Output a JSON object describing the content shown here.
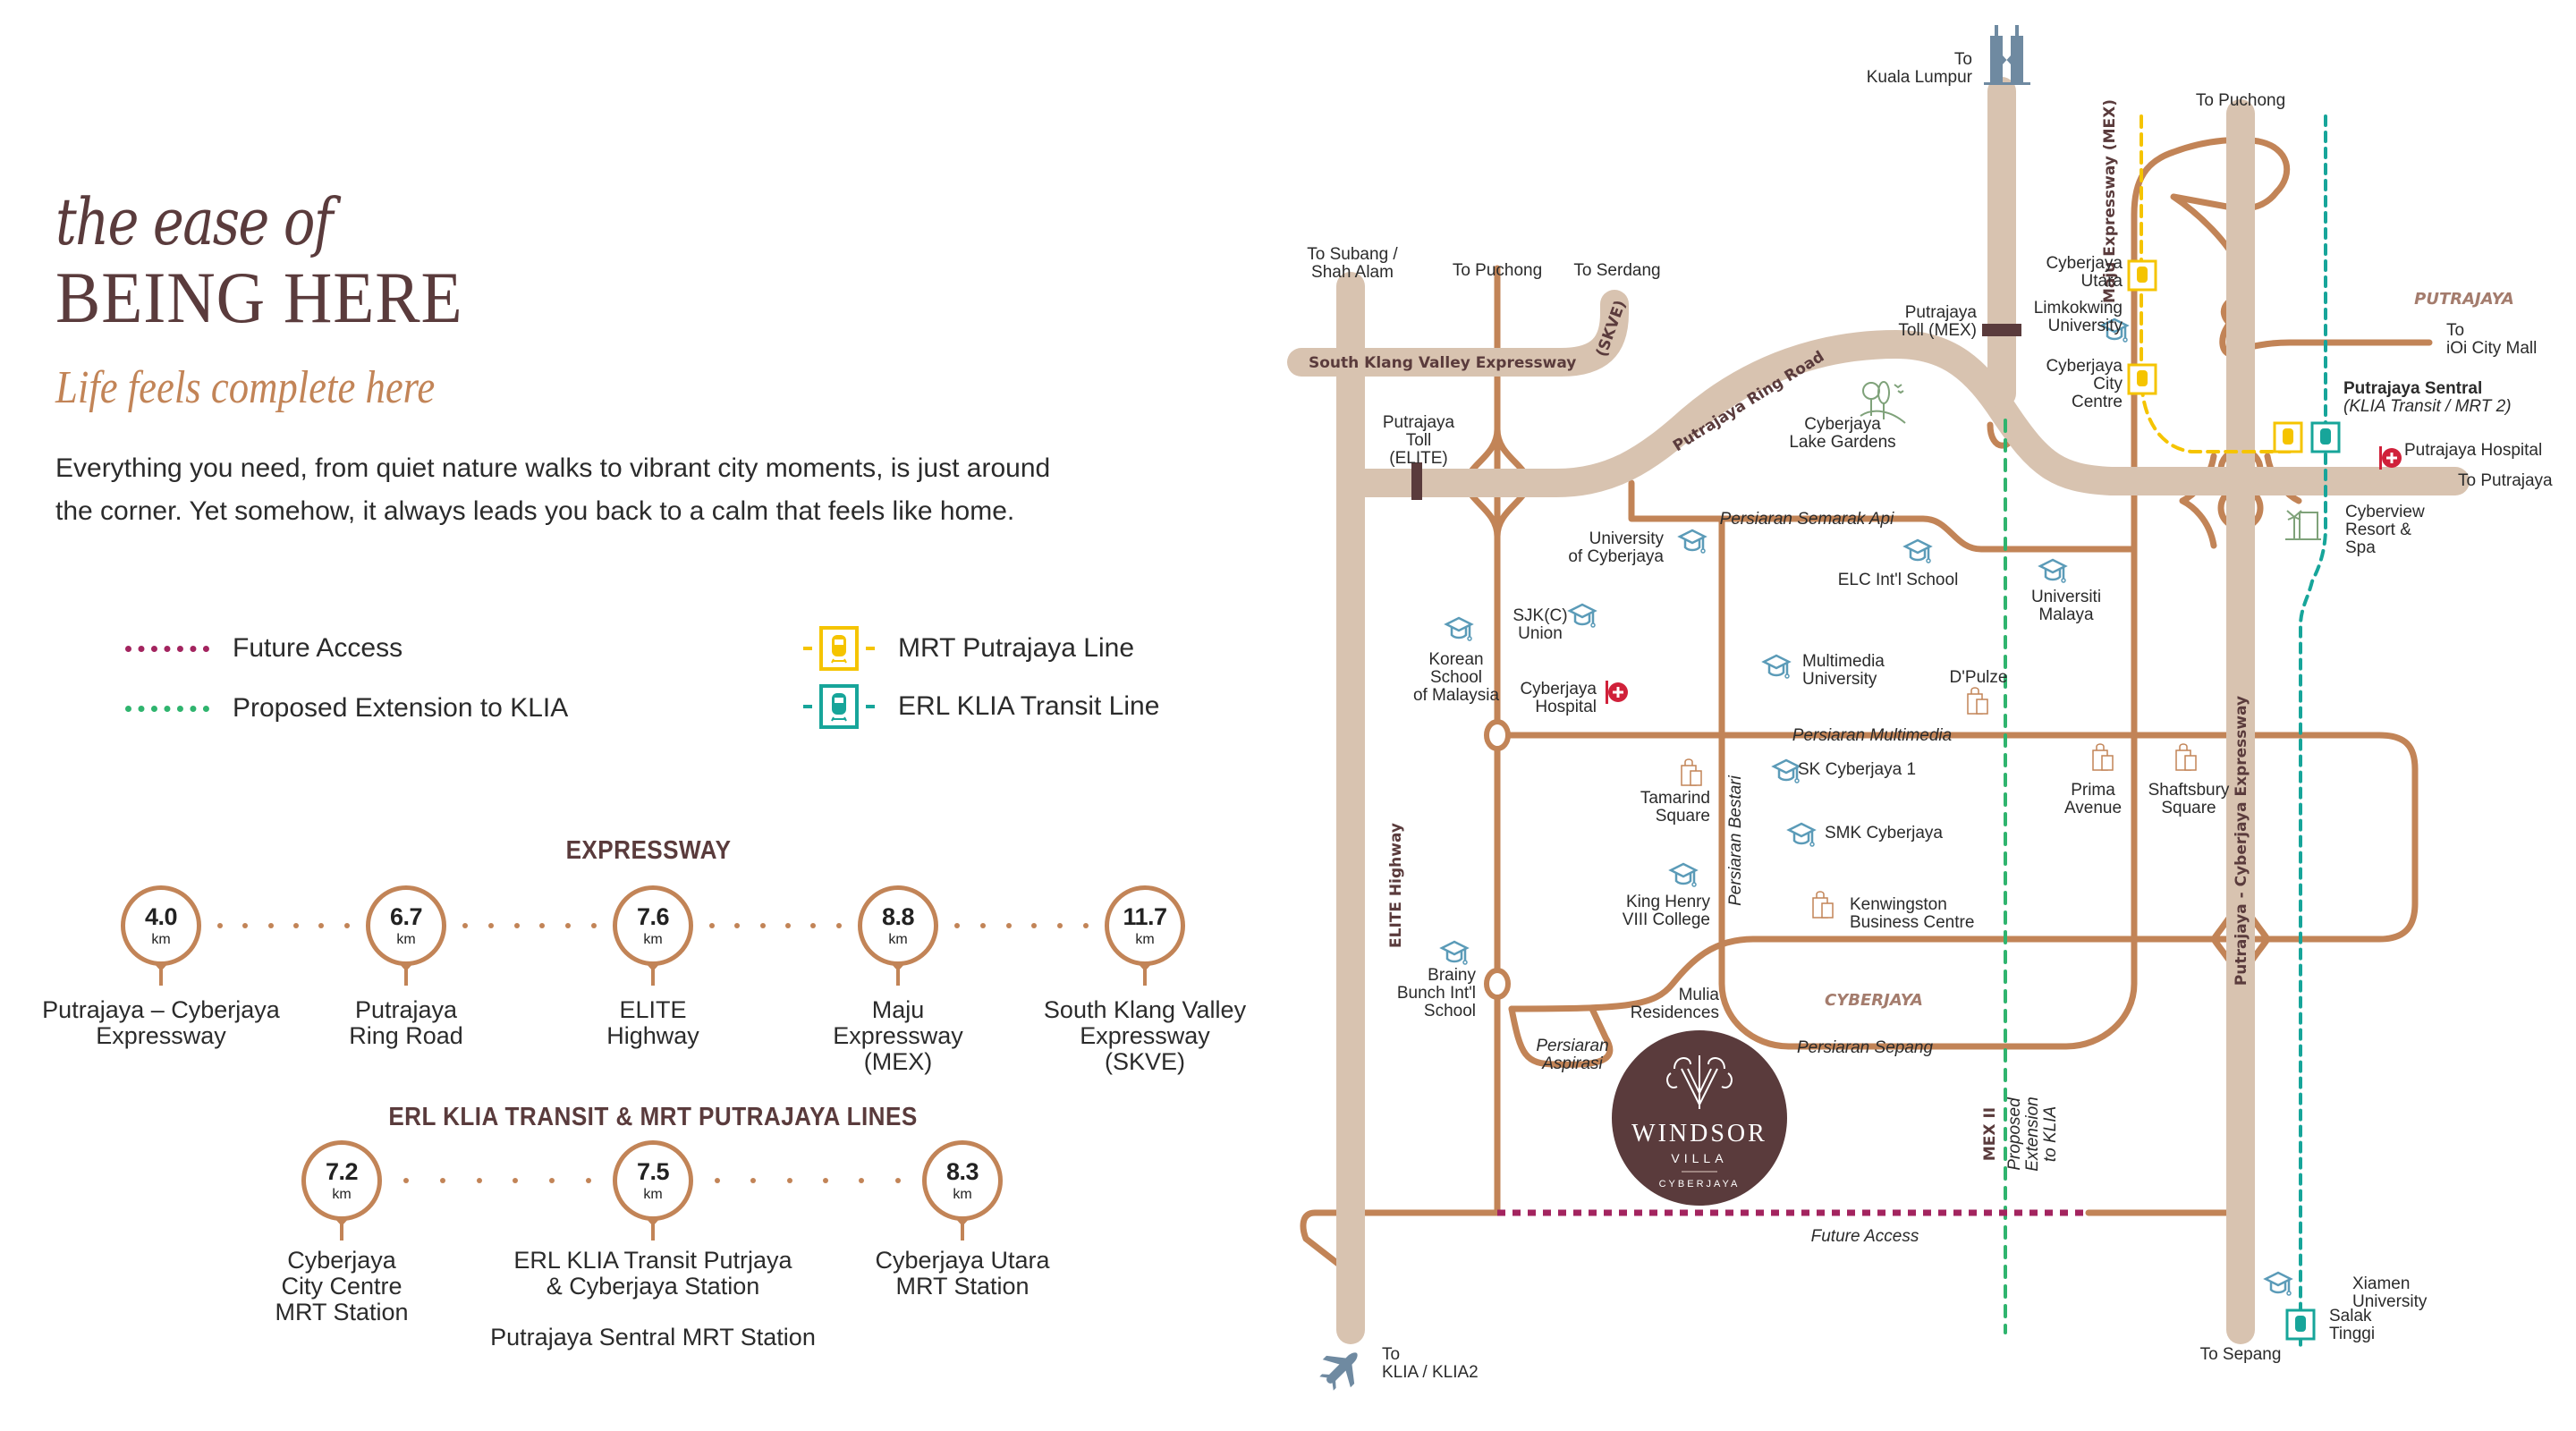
{
  "header": {
    "title_script": "the ease of",
    "title_caps": "BEING HERE",
    "subtitle": "Life feels complete here",
    "intro_line1": "Everything you need, from quiet nature walks to vibrant city moments, is just around",
    "intro_line2": "the corner. Yet somehow, it always leads you back to a calm that feels like home."
  },
  "legend": {
    "future_access": "Future Access",
    "proposed_extension": "Proposed Extension to KLIA",
    "mrt_line": "MRT Putrajaya Line",
    "erl_line": "ERL KLIA Transit Line"
  },
  "colors": {
    "brand_brown": "#5a3b3c",
    "copper": "#c28457",
    "road_tan": "#d8c3b0",
    "future_access": "#a3245f",
    "proposed_green": "#2fb46e",
    "mrt_yellow": "#f5c400",
    "erl_teal": "#17a59a",
    "school_blue": "#5b9bb8",
    "park_green": "#7fa27a",
    "hospital_red": "#d0213a",
    "icon_steel": "#6f8aa1"
  },
  "expressway": {
    "title": "EXPRESSWAY",
    "unit": "km",
    "items": [
      {
        "value": "4.0",
        "label": "Putrajaya – Cyberjaya\nExpressway"
      },
      {
        "value": "6.7",
        "label": "Putrajaya\nRing Road"
      },
      {
        "value": "7.6",
        "label": "ELITE\nHighway"
      },
      {
        "value": "8.8",
        "label": "Maju\nExpressway\n(MEX)"
      },
      {
        "value": "11.7",
        "label": "South Klang Valley\nExpressway\n(SKVE)"
      }
    ]
  },
  "transit": {
    "title": "ERL KLIA TRANSIT & MRT PUTRAJAYA LINES",
    "unit": "km",
    "items": [
      {
        "value": "7.2",
        "label": "Cyberjaya\nCity Centre\nMRT Station"
      },
      {
        "value": "7.5",
        "label": "ERL KLIA Transit Putrjaya\n& Cyberjaya Station",
        "label2": "Putrajaya Sentral MRT Station"
      },
      {
        "value": "8.3",
        "label": "Cyberjaya Utara\nMRT Station"
      }
    ]
  },
  "map": {
    "directions": {
      "kl": [
        "To",
        "Kuala Lumpur"
      ],
      "subang": [
        "To Subang /",
        "Shah Alam"
      ],
      "puchong_left": "To Puchong",
      "serdang": "To Serdang",
      "puchong_right": "To Puchong",
      "ioi": [
        "To",
        "iOi City Mall"
      ],
      "putrajaya": "To Putrajaya",
      "klia": [
        "To",
        "KLIA / KLIA2"
      ],
      "sepang": "To Sepang"
    },
    "roads": {
      "skve": "South Klang Valley Expressway",
      "skve_short": "(SKVE)",
      "ring": "Putrajaya Ring Road",
      "mex": "Maju Expressway (MEX)",
      "elite": "ELITE Highway",
      "pce": "Putrajaya - Cyberjaya Expressway",
      "semarak": "Persiaran Semarak Api",
      "multimedia": "Persiaran Multimedia",
      "bestari": "Persiaran Bestari",
      "sepang": "Persiaran Sepang",
      "aspirasi": [
        "Persiaran",
        "Aspirasi"
      ],
      "future": "Future Access",
      "mex2": "MEX II",
      "proposed": [
        "Proposed",
        "Extension",
        "to KLIA"
      ]
    },
    "tolls": {
      "elite": [
        "Putrajaya",
        "Toll",
        "(ELITE)"
      ],
      "mex": [
        "Putrajaya",
        "Toll (MEX)"
      ]
    },
    "areas": {
      "putrajaya": "PUTRAJAYA",
      "cyberjaya": "CYBERJAYA"
    },
    "stations": {
      "utara": [
        "Cyberjaya",
        "Utara"
      ],
      "city_centre": [
        "Cyberjaya",
        "City",
        "Centre"
      ],
      "sentral": "Putrajaya Sentral",
      "sentral_sub": "(KLIA Transit / MRT 2)",
      "salak": [
        "Salak",
        "Tinggi"
      ]
    },
    "pois": {
      "limkokwing": [
        "Limkokwing",
        "University"
      ],
      "lake_gardens": [
        "Cyberjaya",
        "Lake Gardens"
      ],
      "putrajaya_hospital": "Putrajaya Hospital",
      "cyberview": [
        "Cyberview",
        "Resort &",
        "Spa"
      ],
      "uni_cyberjaya": [
        "University",
        "of Cyberjaya"
      ],
      "elc": "ELC Int'l School",
      "um": [
        "Universiti",
        "Malaya"
      ],
      "sjkc": [
        "SJK(C)",
        "Union"
      ],
      "korean": [
        "Korean",
        "School",
        "of Malaysia"
      ],
      "cyberjaya_hospital": [
        "Cyberjaya",
        "Hospital"
      ],
      "mmu": [
        "Multimedia",
        "University"
      ],
      "dpulze": "D'Pulze",
      "sk1": "SK Cyberjaya 1",
      "tamarind": [
        "Tamarind",
        "Square"
      ],
      "smk": "SMK Cyberjaya",
      "prima": [
        "Prima",
        "Avenue"
      ],
      "shaftsbury": [
        "Shaftsbury",
        "Square"
      ],
      "king_henry": [
        "King Henry",
        "VIII College"
      ],
      "kenwingston": [
        "Kenwingston",
        "Business Centre"
      ],
      "brainy": [
        "Brainy",
        "Bunch Int'l",
        "School"
      ],
      "mulia": [
        "Mulia",
        "Residences"
      ],
      "xiamen": [
        "Xiamen",
        "University"
      ]
    },
    "project": {
      "name": "WINDSOR",
      "sub": "VILLA",
      "location": "CYBERJAYA"
    }
  }
}
